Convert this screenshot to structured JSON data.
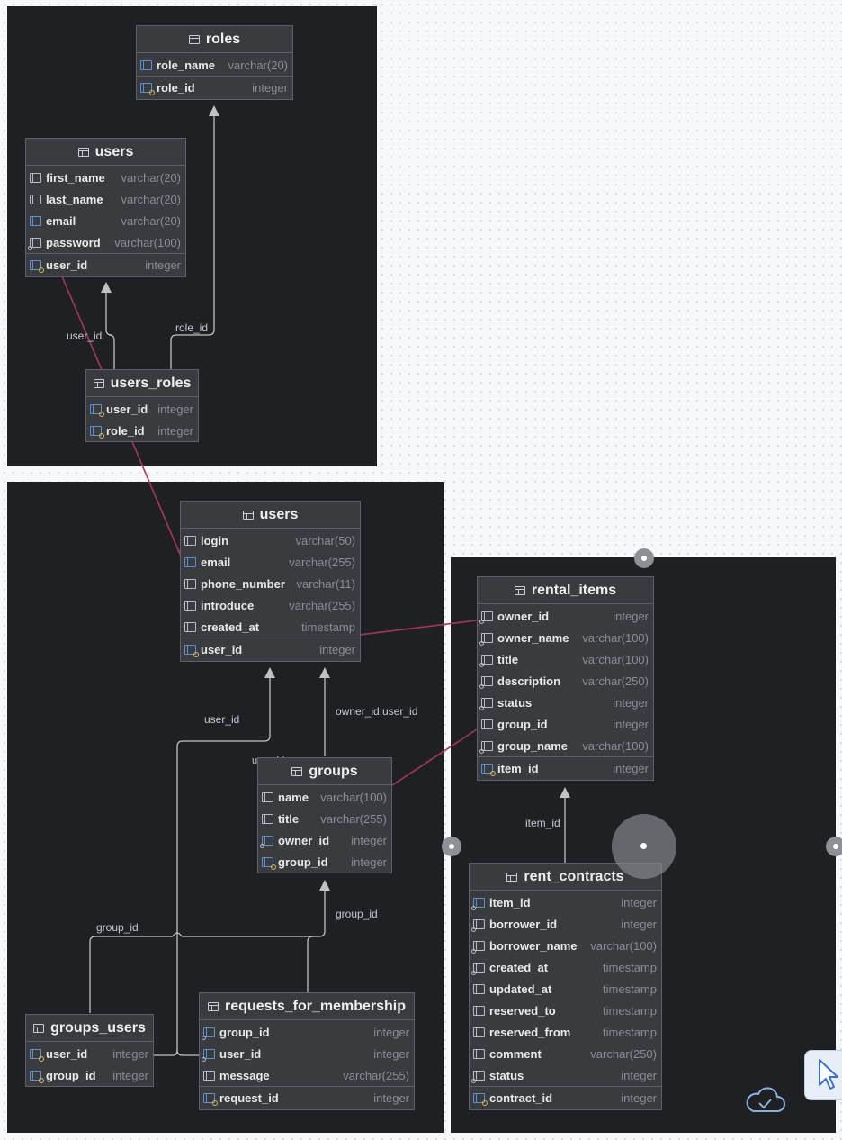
{
  "colors": {
    "panel": "#1f2024",
    "table": "#3a3b3e",
    "relation": "#c0c2c6",
    "highlight": "#a3365f",
    "accent": "#5a8fd6",
    "key": "#e0b84a"
  },
  "tables": {
    "roles": {
      "title": "roles",
      "columns": [
        {
          "name": "role_name",
          "type": "varchar(20)"
        },
        {
          "name": "role_id",
          "type": "integer"
        }
      ]
    },
    "users_top": {
      "title": "users",
      "columns": [
        {
          "name": "first_name",
          "type": "varchar(20)"
        },
        {
          "name": "last_name",
          "type": "varchar(20)"
        },
        {
          "name": "email",
          "type": "varchar(20)"
        },
        {
          "name": "password",
          "type": "varchar(100)"
        },
        {
          "name": "user_id",
          "type": "integer"
        }
      ]
    },
    "users_roles": {
      "title": "users_roles",
      "columns": [
        {
          "name": "user_id",
          "type": "integer"
        },
        {
          "name": "role_id",
          "type": "integer"
        }
      ]
    },
    "users": {
      "title": "users",
      "columns": [
        {
          "name": "login",
          "type": "varchar(50)"
        },
        {
          "name": "email",
          "type": "varchar(255)"
        },
        {
          "name": "phone_number",
          "type": "varchar(11)"
        },
        {
          "name": "introduce",
          "type": "varchar(255)"
        },
        {
          "name": "created_at",
          "type": "timestamp"
        },
        {
          "name": "user_id",
          "type": "integer"
        }
      ]
    },
    "groups": {
      "title": "groups",
      "columns": [
        {
          "name": "name",
          "type": "varchar(100)"
        },
        {
          "name": "title",
          "type": "varchar(255)"
        },
        {
          "name": "owner_id",
          "type": "integer"
        },
        {
          "name": "group_id",
          "type": "integer"
        }
      ]
    },
    "groups_users": {
      "title": "groups_users",
      "columns": [
        {
          "name": "user_id",
          "type": "integer"
        },
        {
          "name": "group_id",
          "type": "integer"
        }
      ]
    },
    "requests_for_membership": {
      "title": "requests_for_membership",
      "columns": [
        {
          "name": "group_id",
          "type": "integer"
        },
        {
          "name": "user_id",
          "type": "integer"
        },
        {
          "name": "message",
          "type": "varchar(255)"
        },
        {
          "name": "request_id",
          "type": "integer"
        }
      ]
    },
    "rental_items": {
      "title": "rental_items",
      "columns": [
        {
          "name": "owner_id",
          "type": "integer"
        },
        {
          "name": "owner_name",
          "type": "varchar(100)"
        },
        {
          "name": "title",
          "type": "varchar(100)"
        },
        {
          "name": "description",
          "type": "varchar(250)"
        },
        {
          "name": "status",
          "type": "integer"
        },
        {
          "name": "group_id",
          "type": "integer"
        },
        {
          "name": "group_name",
          "type": "varchar(100)"
        },
        {
          "name": "item_id",
          "type": "integer"
        }
      ]
    },
    "rent_contracts": {
      "title": "rent_contracts",
      "columns": [
        {
          "name": "item_id",
          "type": "integer"
        },
        {
          "name": "borrower_id",
          "type": "integer"
        },
        {
          "name": "borrower_name",
          "type": "varchar(100)"
        },
        {
          "name": "created_at",
          "type": "timestamp"
        },
        {
          "name": "updated_at",
          "type": "timestamp"
        },
        {
          "name": "reserved_to",
          "type": "timestamp"
        },
        {
          "name": "reserved_from",
          "type": "timestamp"
        },
        {
          "name": "comment",
          "type": "varchar(250)"
        },
        {
          "name": "status",
          "type": "integer"
        },
        {
          "name": "contract_id",
          "type": "integer"
        }
      ]
    }
  },
  "relation_labels": {
    "ur_user": "user_id",
    "ur_role": "role_id",
    "g_user": "user_id",
    "g_owner": "owner_id:user_id",
    "g_user_small": "user_id",
    "gu_group": "group_id",
    "rfm_group": "group_id",
    "rc_item": "item_id"
  }
}
